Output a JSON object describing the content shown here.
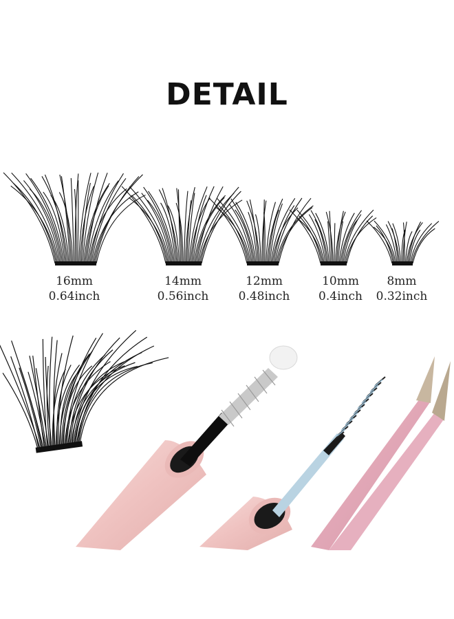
{
  "title": "DETAIL",
  "sizes": [
    {
      "mm": "16mm",
      "inch": "0.64inch"
    },
    {
      "mm": "14mm",
      "inch": "0.56inch"
    },
    {
      "mm": "12mm",
      "inch": "0.48inch"
    },
    {
      "mm": "10mm",
      "inch": "0.4inch"
    },
    {
      "mm": "8mm",
      "inch": "0.32inch"
    }
  ],
  "colors": {
    "lash": "#111111",
    "pink_tube": "#f1c8c6",
    "tweezer": "#e3a7b5",
    "tweezer_tip": "#c8b7a0"
  }
}
